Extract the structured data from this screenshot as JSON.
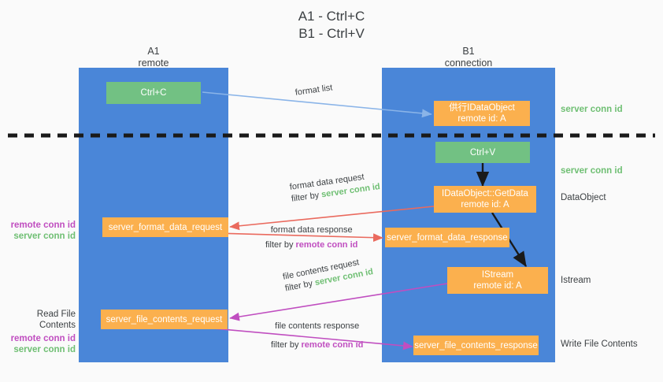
{
  "title": {
    "line1": "A1 - Ctrl+C",
    "line2": "B1 - Ctrl+V"
  },
  "lanes": [
    {
      "id": "a1",
      "name": "A1",
      "role": "remote"
    },
    {
      "id": "b1",
      "name": "B1",
      "role": "connection"
    }
  ],
  "colors": {
    "lane": "#4a86d8",
    "green_box": "#72c183",
    "orange_box": "#fbb04e",
    "server_conn_id": "#6fbf73",
    "remote_conn_id": "#c04ec0",
    "arrow_blue": "#8ab4e8",
    "arrow_red": "#ea6a5e",
    "arrow_magenta": "#c04ec0",
    "arrow_black": "#1a1a1a",
    "divider": "#1a1a1a",
    "background": "#fafafa"
  },
  "boxes": {
    "ctrl_c": {
      "label": "Ctrl+C",
      "style": "green"
    },
    "ctrl_v": {
      "label": "Ctrl+V",
      "style": "green"
    },
    "idataobject": {
      "line1": "供行IDataObject",
      "line2": "remote id: A",
      "style": "orange"
    },
    "getdata": {
      "line1": "IDataObject::GetData",
      "line2": "remote id: A",
      "style": "orange"
    },
    "istream": {
      "line1": "IStream",
      "line2": "remote id: A",
      "style": "orange"
    },
    "server_format_data_request": {
      "label": "server_format_data_request",
      "style": "orange"
    },
    "server_format_data_response": {
      "label": "server_format_data_response",
      "style": "orange"
    },
    "server_file_contents_request": {
      "label": "server_file_contents_request",
      "style": "orange"
    },
    "server_file_contents_response": {
      "label": "server_file_contents_response",
      "style": "orange"
    }
  },
  "edge_labels": {
    "format_list": {
      "text": "format list"
    },
    "format_data_request": {
      "line1": "format data request",
      "prefix": "filter by ",
      "highlight": "server conn id"
    },
    "format_data_response": {
      "line1": "format data response",
      "prefix": "filter by ",
      "highlight": "remote conn id"
    },
    "file_contents_request": {
      "line1": "file contents request",
      "prefix": "filter by ",
      "highlight": "server conn id"
    },
    "file_contents_response": {
      "line1": "file contents response",
      "prefix": "filter by ",
      "highlight": "remote conn id"
    }
  },
  "right_annotations": [
    {
      "id": "server-conn-id-1",
      "text": "server conn id",
      "kind": "green"
    },
    {
      "id": "server-conn-id-2",
      "text": "server conn id",
      "kind": "green"
    },
    {
      "id": "dataobject",
      "text": "DataObject",
      "kind": "dark"
    },
    {
      "id": "istream",
      "text": "Istream",
      "kind": "dark"
    },
    {
      "id": "write-file-contents",
      "text": "Write File Contents",
      "kind": "dark"
    }
  ],
  "left_annotations": {
    "group1": {
      "remote": "remote conn id",
      "server": "server conn id"
    },
    "read_file_contents": {
      "title": "Read File Contents",
      "remote": "remote conn id",
      "server": "server conn id"
    }
  }
}
